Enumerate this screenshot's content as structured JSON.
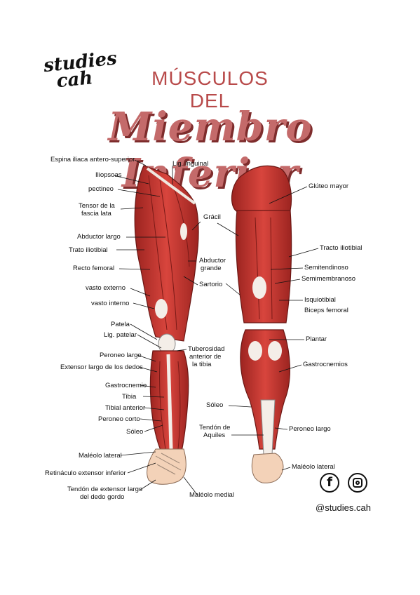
{
  "brand": {
    "logo_line1": "studies",
    "logo_line2": "cah",
    "handle": "@studies.cah"
  },
  "title": {
    "line1": "MÚSCULOS",
    "line2": "DEL",
    "line3": "Miembro Inferior"
  },
  "labels_anterior": {
    "espina": "Espina iliaca antero-superior",
    "lig_inguinal": "Lig. Inguinal",
    "iliopsoas": "Iliopsoas",
    "pectineo": "pectineo",
    "tensor_1": "Tensor de la",
    "tensor_2": "fascia lata",
    "abductor_largo": "Abductor largo",
    "trato": "Trato iliotibial",
    "recto": "Recto femoral",
    "vasto_ext": "vasto externo",
    "vasto_int": "vasto interno",
    "patela": "Patela",
    "lig_patelar": "Lig. patelar",
    "peroneo_largo": "Peroneo largo",
    "extensor_dedos": "Extensor largo de los dedos",
    "gastrocnemio": "Gastrocnemio",
    "tibia": "Tibia",
    "tibial_ant": "Tibial anterior",
    "peroneo_corto": "Peroneo corto",
    "soleo": "Sóleo",
    "maleolo_lat": "Maléolo lateral",
    "retinaculo": "Retináculo extensor inferior",
    "tendon_1": "Tendón de extensor largo",
    "tendon_2": "del dedo gordo",
    "maleolo_med": "Maléolo medial",
    "gracil": "Grácil",
    "abductor_grande_1": "Abductor",
    "abductor_grande_2": "grande",
    "sartorio": "Sartorio",
    "tuberosidad_1": "Tuberosidad",
    "tuberosidad_2": "anterior de",
    "tuberosidad_3": "la tibia"
  },
  "labels_posterior": {
    "gluteo": "Glúteo mayor",
    "tracto": "Tracto iliotibial",
    "semitendinoso": "Semitendinoso",
    "semimembranoso": "Semimembranoso",
    "isquio": "Isquiotibial",
    "biceps": "Biceps femoral",
    "plantar": "Plantar",
    "gastrocnemios": "Gastrocnemios",
    "soleo": "Sóleo",
    "aquiles_1": "Tendón de",
    "aquiles_2": "Aquiles",
    "peroneo_largo": "Peroneo largo",
    "maleolo_lat": "Maléolo lateral"
  },
  "colors": {
    "muscle": "#c0302c",
    "muscle_dark": "#8a1f1c",
    "muscle_light": "#e06a62",
    "tendon": "#f2ece6",
    "skin": "#f3d2b8",
    "title": "#b84a4a"
  },
  "icons": {
    "facebook": "facebook-icon",
    "instagram": "instagram-icon"
  },
  "social": {
    "fb_glyph": "f"
  }
}
